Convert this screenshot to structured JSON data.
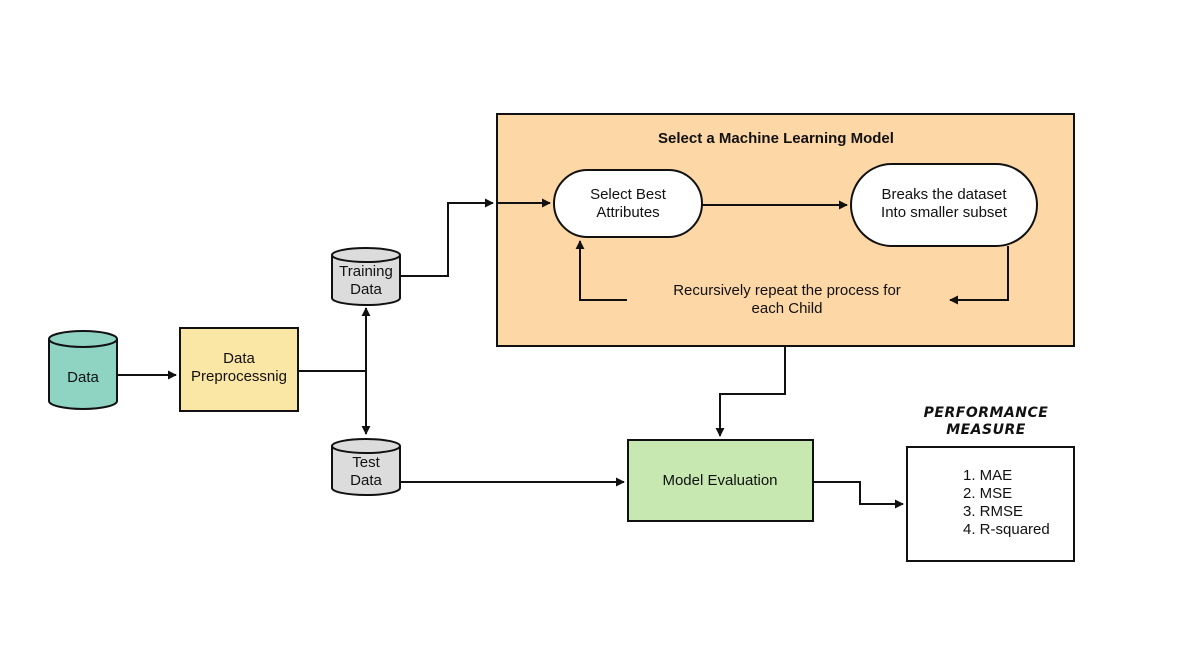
{
  "colors": {
    "data_cylinder": "#8fd3c3",
    "preprocessing": "#fbe7a5",
    "ml_model_panel": "#fdd7a6",
    "evaluation": "#c7e8b0",
    "storage_cylinder": "#dcdcdc",
    "stroke": "#111111"
  },
  "nodes": {
    "data": {
      "label": "Data"
    },
    "preprocessing": {
      "line1": "Data",
      "line2": "Preprocessnig"
    },
    "training_data": {
      "line1": "Training",
      "line2": "Data"
    },
    "test_data": {
      "line1": "Test",
      "line2": "Data"
    },
    "ml_model": {
      "title": "Select a Machine Learning Model"
    },
    "select_attributes": {
      "line1": "Select Best",
      "line2": "Attributes"
    },
    "breaks_dataset": {
      "line1": "Breaks the dataset",
      "line2": "Into smaller subset"
    },
    "recursive_note": {
      "line1": "Recursively repeat the process for",
      "line2": "each Child"
    },
    "model_evaluation": {
      "label": "Model Evaluation"
    },
    "performance_measure": {
      "heading1": "PERFORMANCE",
      "heading2": "MEASURE",
      "items": [
        "1. MAE",
        "2. MSE",
        "3. RMSE",
        "4. R-squared"
      ]
    }
  }
}
